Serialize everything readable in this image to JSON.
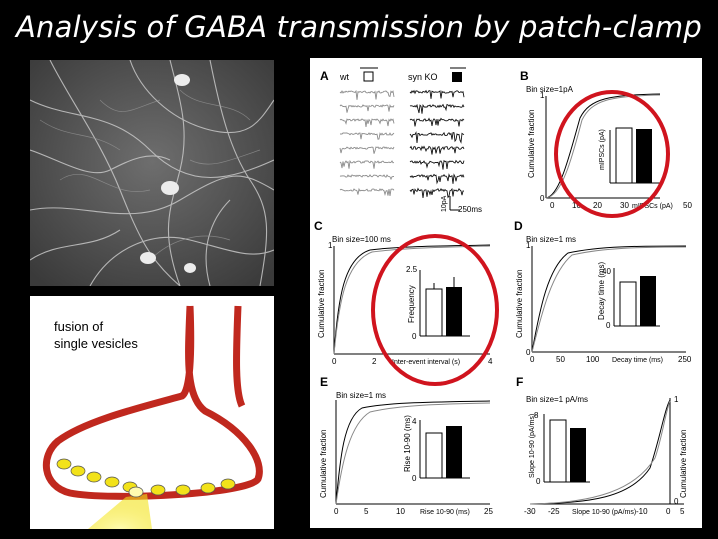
{
  "slide": {
    "title": "Analysis of GABA transmission by patch-clamp"
  },
  "diagram": {
    "label_line1": "fusion of",
    "label_line2": "single vesicles"
  },
  "figure": {
    "panelA": {
      "letter": "A",
      "wt_label": "wt",
      "ko_label": "syn KO",
      "scale_y": "10pA",
      "scale_x": "250ms"
    },
    "panelB": {
      "letter": "B",
      "bin": "Bin size=1pA",
      "ylabel": "Cumulative fraction",
      "xlabel": "mIPSCs (pA)",
      "inset_ylabel": "mIPSCs (pA)",
      "ticks_x": [
        "0",
        "10",
        "20",
        "30",
        "50"
      ],
      "y_top": "1",
      "y_bot": "0"
    },
    "panelC": {
      "letter": "C",
      "bin": "Bin size=100 ms",
      "ylabel": "Cumulative fraction",
      "xlabel": "Inter-event interval (s)",
      "inset_ylabel": "Frequency",
      "inset_top": "2.5",
      "inset_bot": "0",
      "ticks_x": [
        "0",
        "2",
        "4"
      ],
      "y_top": "1"
    },
    "panelD": {
      "letter": "D",
      "bin": "Bin size=1 ms",
      "ylabel": "Cumulative fraction",
      "xlabel": "Decay time (ms)",
      "inset_ylabel": "Decay time (ms)",
      "inset_top": "40",
      "inset_bot": "0",
      "ticks_x": [
        "0",
        "50",
        "100",
        "250"
      ],
      "y_top": "1",
      "y_bot": "0"
    },
    "panelE": {
      "letter": "E",
      "bin": "Bin size=1 ms",
      "ylabel": "Cumulative fraction",
      "xlabel": "Rise 10-90 (ms)",
      "inset_ylabel": "Rise 10-90 (ms)",
      "inset_top": "4",
      "inset_bot": "0",
      "ticks_x": [
        "0",
        "5",
        "10",
        "25"
      ]
    },
    "panelF": {
      "letter": "F",
      "bin": "Bin size=1 pA/ms",
      "ylabel": "Cumulative fraction",
      "xlabel": "Slope 10-90 (pA/ms)",
      "inset_ylabel": "Slope 10-90 (pA/ms)",
      "inset_top": "8",
      "inset_bot": "0",
      "ticks_x": [
        "-30",
        "-25",
        "-10",
        "0",
        "5"
      ],
      "y_top": "1",
      "y_bot": "0"
    }
  },
  "colors": {
    "background": "#000000",
    "terminal": "#c0281e",
    "vesicle": "#f2e21a",
    "highlight_circle": "#d0141e"
  }
}
